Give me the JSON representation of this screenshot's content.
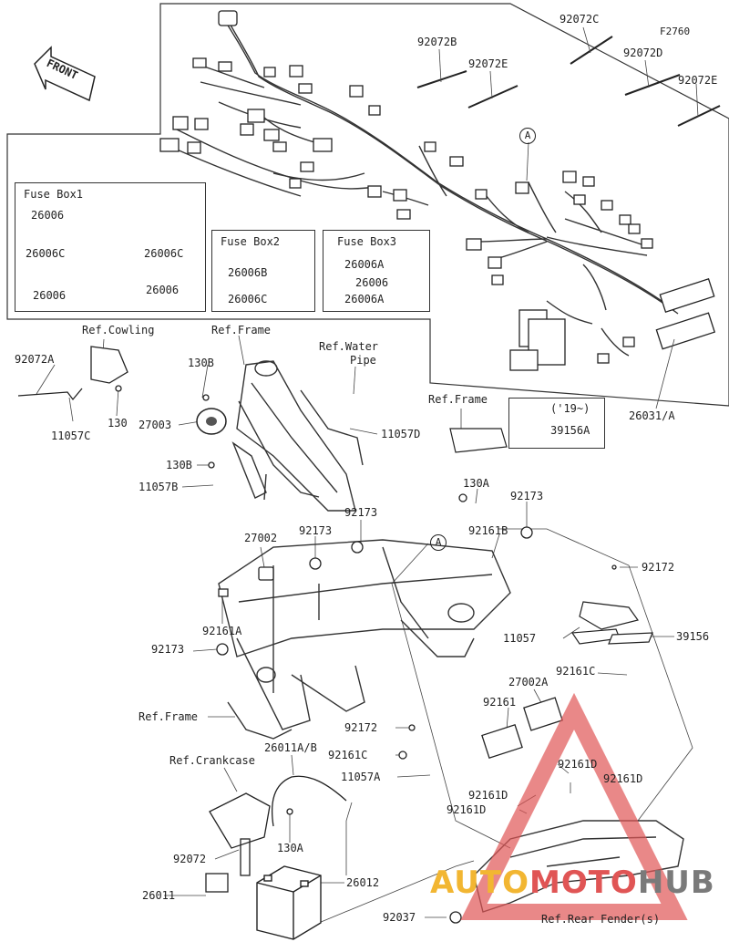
{
  "code": "F2760",
  "front_label": "FRONT",
  "fuse_box1": {
    "title": "Fuse Box1",
    "labels": [
      "26006",
      "26006C",
      "26006C",
      "26006",
      "26006"
    ]
  },
  "fuse_box2": {
    "title": "Fuse Box2",
    "labels": [
      "26006B",
      "26006C"
    ]
  },
  "fuse_box3": {
    "title": "Fuse Box3",
    "labels": [
      "26006A",
      "26006",
      "26006A"
    ]
  },
  "harness_parts": {
    "p92072C": "92072C",
    "p92072B": "92072B",
    "p92072E_a": "92072E",
    "p92072D": "92072D",
    "p92072E_b": "92072E",
    "marker_A": "A",
    "p26031A": "26031/A"
  },
  "frame_parts": {
    "ref_cowling": "Ref.Cowling",
    "ref_frame_top": "Ref.Frame",
    "ref_water_a": "Ref.Water",
    "ref_water_b": "Pipe",
    "p92072A": "92072A",
    "p11057C": "11057C",
    "p130": "130",
    "p130B_a": "130B",
    "p27003": "27003",
    "p130B_b": "130B",
    "p11057B": "11057B",
    "p11057D": "11057D",
    "ref_frame_right": "Ref.Frame",
    "year_note": "('19~)",
    "p39156A": "39156A",
    "p26031A_conn": "26031/A"
  },
  "lower_parts": {
    "p130A_a": "130A",
    "p92173_a": "92173",
    "p92173_b": "92173",
    "p92161B": "92161B",
    "marker_A": "A",
    "p27002": "27002",
    "p92173_c": "92173",
    "p92161A": "92161A",
    "p92173_d": "92173",
    "p92172_a": "92172",
    "p11057": "11057",
    "p39156": "39156",
    "p92161C_a": "92161C",
    "p27002A": "27002A",
    "p92161": "92161",
    "ref_frame_lower": "Ref.Frame",
    "p92172_b": "92172",
    "p92161C_b": "92161C",
    "p11057A": "11057A",
    "p92161D_a": "92161D",
    "p92161D_b": "92161D",
    "p92161D_c": "92161D",
    "p92161D_d": "92161D",
    "p26011AB": "26011A/B",
    "ref_crankcase": "Ref.Crankcase",
    "p130A_b": "130A",
    "p92072": "92072",
    "p26012": "26012",
    "p26011": "26011",
    "p92037": "92037",
    "ref_rear_fender": "Ref.Rear Fender(s)"
  },
  "watermark": {
    "part1": "AUTO",
    "part2": "MOTO",
    "part3": "HUB"
  },
  "colors": {
    "line": "#333333",
    "watermark_yellow": "#f2b632",
    "watermark_red": "#e05555",
    "watermark_gray": "#7a7a7a"
  }
}
